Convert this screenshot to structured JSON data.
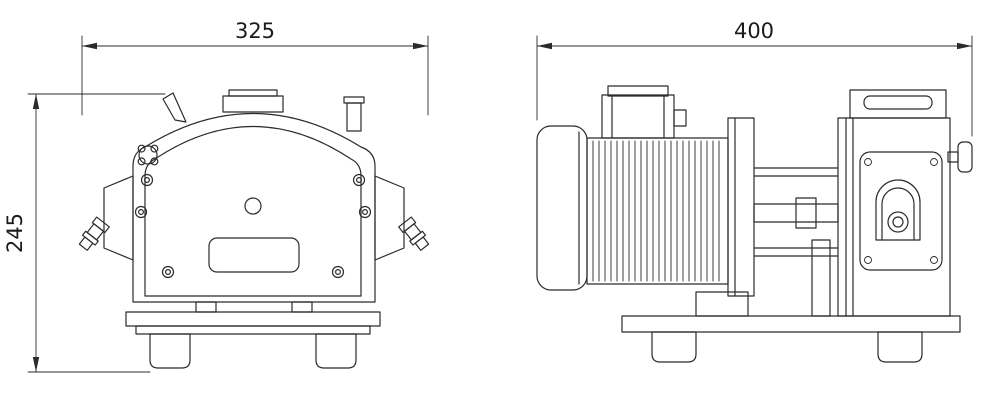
{
  "page": {
    "background": "#ffffff",
    "line_color": "#2b2b2b"
  },
  "drawing": {
    "dimensions": {
      "front_width": "325",
      "front_height": "245",
      "side_length": "400"
    }
  }
}
